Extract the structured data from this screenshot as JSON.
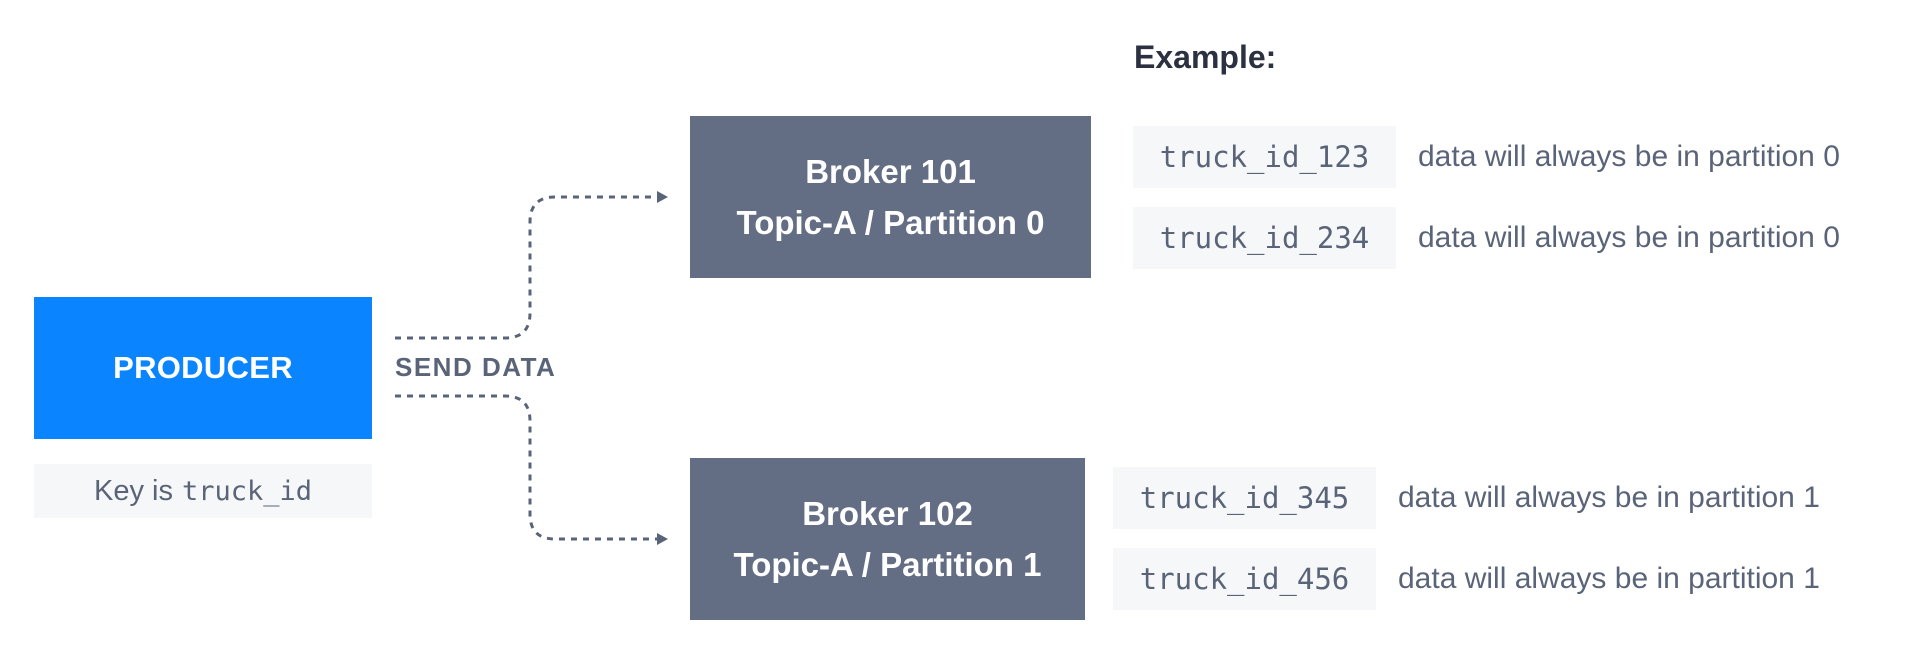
{
  "producer": {
    "label": "PRODUCER",
    "key_prefix": "Key is",
    "key_name": "truck_id"
  },
  "send_label": "SEND DATA",
  "brokers": [
    {
      "name": "Broker 101",
      "topic": "Topic-A / Partition 0"
    },
    {
      "name": "Broker 102",
      "topic": "Topic-A / Partition 1"
    }
  ],
  "example_title": "Example:",
  "examples": [
    {
      "key": "truck_id_123",
      "note": "data will always be in partition 0"
    },
    {
      "key": "truck_id_234",
      "note": "data will always be in partition 0"
    },
    {
      "key": "truck_id_345",
      "note": "data will always be in partition 1"
    },
    {
      "key": "truck_id_456",
      "note": "data will always be in partition 1"
    }
  ],
  "colors": {
    "producer": "#0a84ff",
    "broker": "#636d84",
    "text": "#5a6478",
    "chip": "#f6f7f9",
    "arrow": "#5a6478"
  }
}
